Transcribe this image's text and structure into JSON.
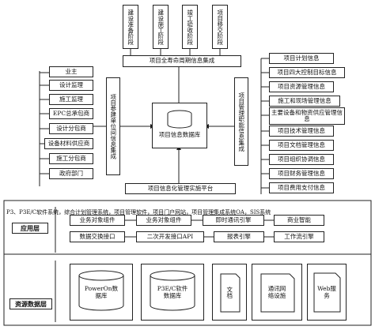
{
  "phases": [
    "建设准备阶段",
    "建设施工阶段",
    "竣工验收阶段",
    "项目移交阶段"
  ],
  "lifecycle_bar": "项目全寿命周期信息集成",
  "participants_title": "项目参建单位间信息集成",
  "participants": [
    "业主",
    "设计监理",
    "施工监理",
    "EPC总承包商",
    "设计分包商",
    "设备材料供应商",
    "施工分包商",
    "政府部门"
  ],
  "center_db": "项目信息数据库",
  "management_title": "项目管理职能信息集成",
  "info_categories": [
    "项目计划信息",
    "项目四大控制目标信息",
    "项目资源管理信息",
    "施工和现场管理信息",
    "主要设备和物资供应管理信息",
    "项目技术管理信息",
    "项目文档管理信息",
    "项目组织协调信息",
    "项目财务管理信息",
    "项目费用支付信息"
  ],
  "platform": "项目信息化管理实施平台",
  "systems_line": "P3、P3E/C软件系统，综合计划管理系统，项目管理软件，项目门户网站，项目管理集成系统OA，SIS系统",
  "app_layer": {
    "label": "应用层",
    "row1": [
      "业务对象组件",
      "业务对象组件",
      "即时通讯引擎",
      "商业智能"
    ],
    "row2": [
      "数据交换接口",
      "二次开发接口API",
      "报表引擎",
      "工作流引擎"
    ]
  },
  "data_layer": {
    "label": "资源数据层",
    "items": [
      "PowerOn数据库",
      "P3E/C软件数据库",
      "文档",
      "通讯网络设施",
      "Web服务"
    ]
  }
}
